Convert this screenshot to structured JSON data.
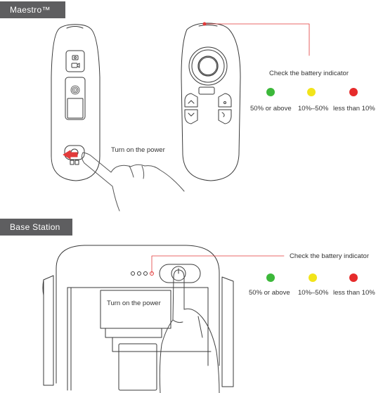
{
  "sections": {
    "maestro": {
      "title": "Maestro™"
    },
    "base": {
      "title": "Base Station"
    }
  },
  "maestro": {
    "power_hint": "Turn on the power",
    "battery_title": "Check the battery indicator",
    "levels": [
      "50% or above",
      "10%–50%",
      "less than 10%"
    ]
  },
  "base": {
    "power_hint": "Turn on the power",
    "battery_title": "Check the battery indicator",
    "levels": [
      "50% or above",
      "10%–50%",
      "less than 10%"
    ]
  },
  "colors": {
    "green": "#3cb83a",
    "yellow": "#f2e41a",
    "red": "#e62b2b",
    "callout_line": "#e23a3a",
    "tag_bg": "#5e5e60",
    "outline": "#3a3a3a"
  },
  "icons": [
    "camera-icon",
    "video-icon",
    "fingerprint-icon",
    "power-icon",
    "arrow-up-icon",
    "arrow-down-icon",
    "hand-icon"
  ]
}
